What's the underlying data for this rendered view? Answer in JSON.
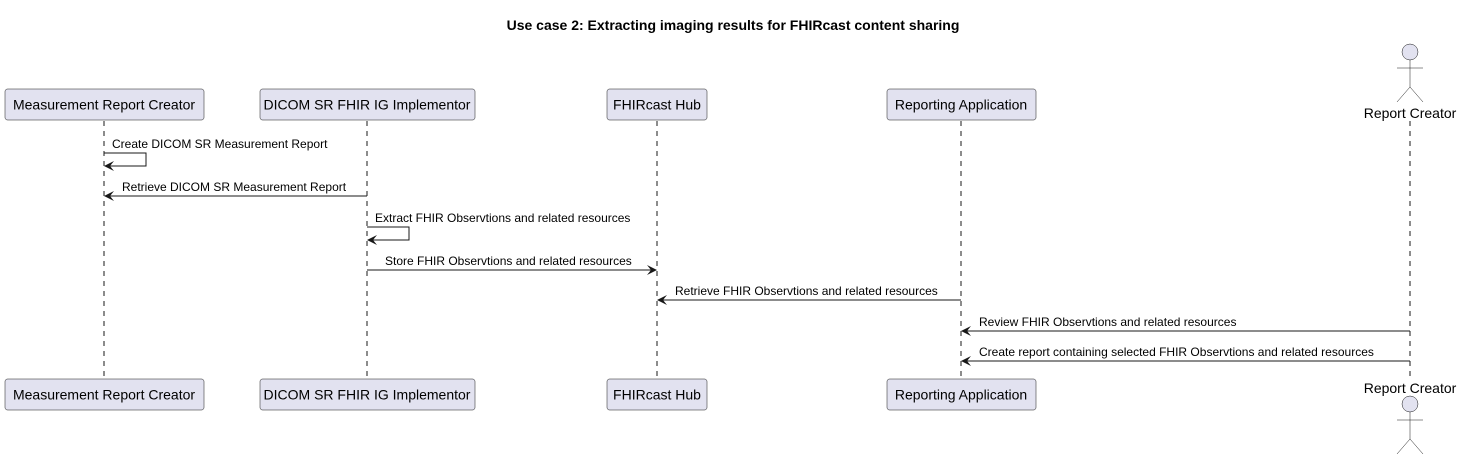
{
  "diagram": {
    "title": "Use case 2: Extracting imaging results for FHIRcast content sharing",
    "participants": [
      {
        "id": "mrc",
        "label": "Measurement Report Creator",
        "kind": "box"
      },
      {
        "id": "ig",
        "label": "DICOM SR FHIR IG Implementor",
        "kind": "box"
      },
      {
        "id": "hub",
        "label": "FHIRcast Hub",
        "kind": "box"
      },
      {
        "id": "app",
        "label": "Reporting Application",
        "kind": "box"
      },
      {
        "id": "rc",
        "label": "Report Creator",
        "kind": "actor"
      }
    ],
    "messages": [
      {
        "from": "mrc",
        "to": "mrc",
        "label": "Create DICOM SR Measurement Report"
      },
      {
        "from": "ig",
        "to": "mrc",
        "label": "Retrieve DICOM SR Measurement Report"
      },
      {
        "from": "ig",
        "to": "ig",
        "label": "Extract FHIR Observtions and related resources"
      },
      {
        "from": "ig",
        "to": "hub",
        "label": "Store FHIR Observtions and related resources"
      },
      {
        "from": "app",
        "to": "hub",
        "label": "Retrieve FHIR Observtions and related resources"
      },
      {
        "from": "rc",
        "to": "app",
        "label": "Review FHIR Observtions and related resources"
      },
      {
        "from": "rc",
        "to": "app",
        "label": "Create report containing selected FHIR Observtions and related resources"
      }
    ],
    "colors": {
      "participant_fill": "#E2E2F0",
      "participant_border": "#181818",
      "lifeline": "#181818",
      "arrow": "#181818"
    }
  }
}
